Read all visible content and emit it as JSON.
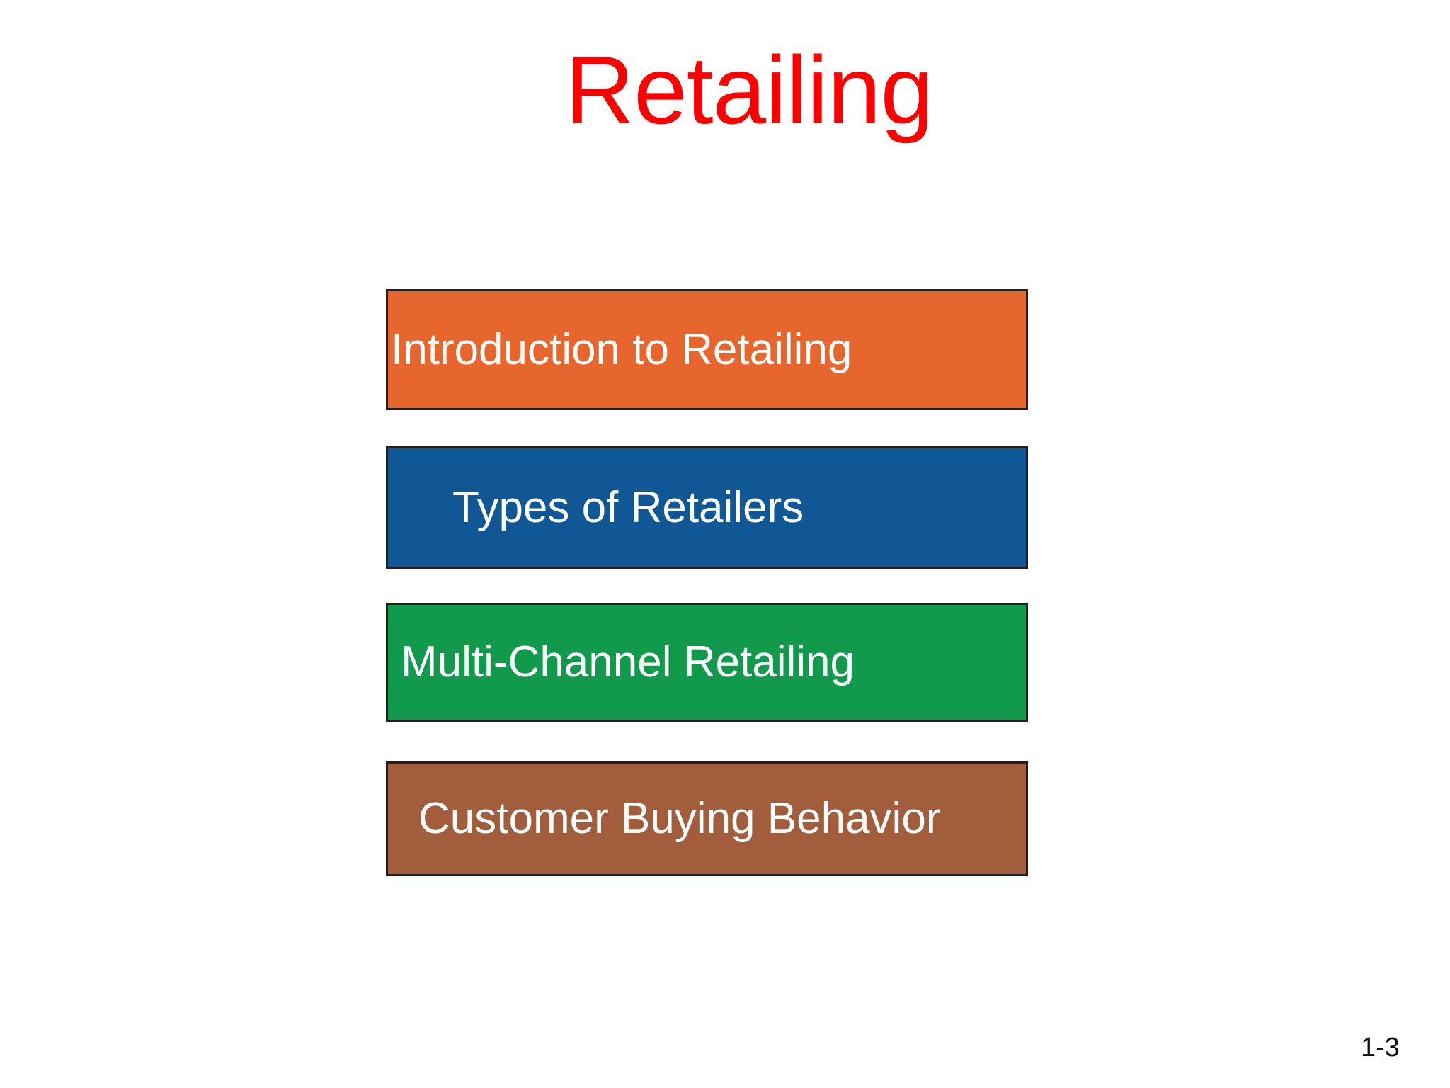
{
  "slide": {
    "title": "Retailing",
    "title_color": "#FF0000",
    "text_color": "#FFFFFF",
    "border_color": "#231F20",
    "background": "#FFFFFF",
    "agenda": [
      {
        "label": "Introduction to Retailing",
        "color": "#E7662E"
      },
      {
        "label": "Types of Retailers",
        "color": "#0F5795"
      },
      {
        "label": "Multi-Channel Retailing",
        "color": "#119A4B"
      },
      {
        "label": "Customer Buying Behavior",
        "color": "#A25D3C"
      }
    ],
    "page_number": "1-3"
  }
}
